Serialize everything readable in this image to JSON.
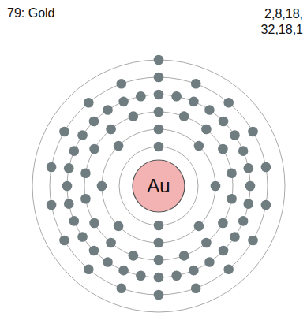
{
  "diagram": {
    "nodes": [
      {
        "text": [
          "Au"
        ]
      }
    ],
    "labels": [
      "79: Gold",
      "2,8,18, 32,18,1"
    ]
  }
}
